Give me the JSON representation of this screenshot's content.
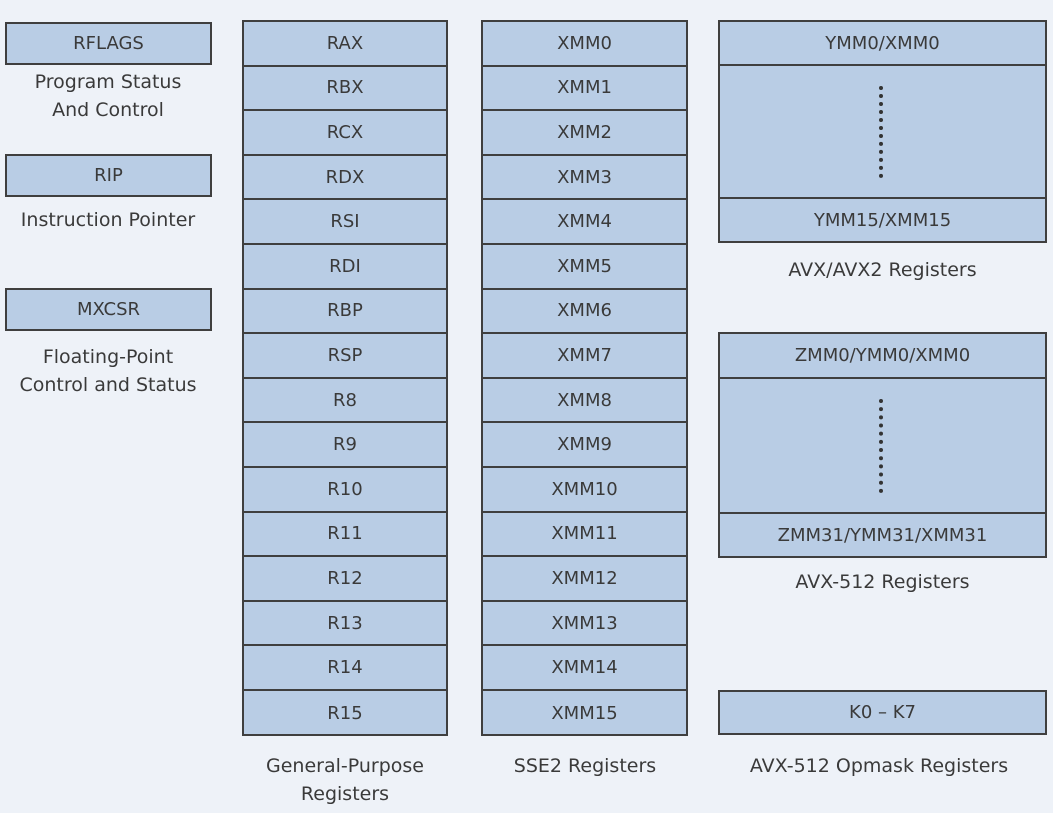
{
  "special_registers": [
    {
      "name": "RFLAGS",
      "caption": [
        "Program Status",
        "And Control"
      ]
    },
    {
      "name": "RIP",
      "caption": [
        "Instruction Pointer"
      ]
    },
    {
      "name": "MXCSR",
      "caption": [
        "Floating-Point",
        "Control and Status"
      ]
    }
  ],
  "general_purpose": {
    "registers": [
      "RAX",
      "RBX",
      "RCX",
      "RDX",
      "RSI",
      "RDI",
      "RBP",
      "RSP",
      "R8",
      "R9",
      "R10",
      "R11",
      "R12",
      "R13",
      "R14",
      "R15"
    ],
    "caption": [
      "General-Purpose",
      "Registers"
    ]
  },
  "sse2": {
    "registers": [
      "XMM0",
      "XMM1",
      "XMM2",
      "XMM3",
      "XMM4",
      "XMM5",
      "XMM6",
      "XMM7",
      "XMM8",
      "XMM9",
      "XMM10",
      "XMM11",
      "XMM12",
      "XMM13",
      "XMM14",
      "XMM15"
    ],
    "caption": "SSE2 Registers"
  },
  "avx": {
    "first": "YMM0/XMM0",
    "last": "YMM15/XMM15",
    "caption": "AVX/AVX2 Registers"
  },
  "avx512": {
    "first": "ZMM0/YMM0/XMM0",
    "last": "ZMM31/YMM31/XMM31",
    "caption": "AVX-512 Registers"
  },
  "opmask": {
    "label": "K0 – K7",
    "caption": "AVX-512 Opmask Registers"
  },
  "colors": {
    "background": "#eef2f8",
    "box_fill": "#b9cde5",
    "border": "#3f3f3f"
  }
}
